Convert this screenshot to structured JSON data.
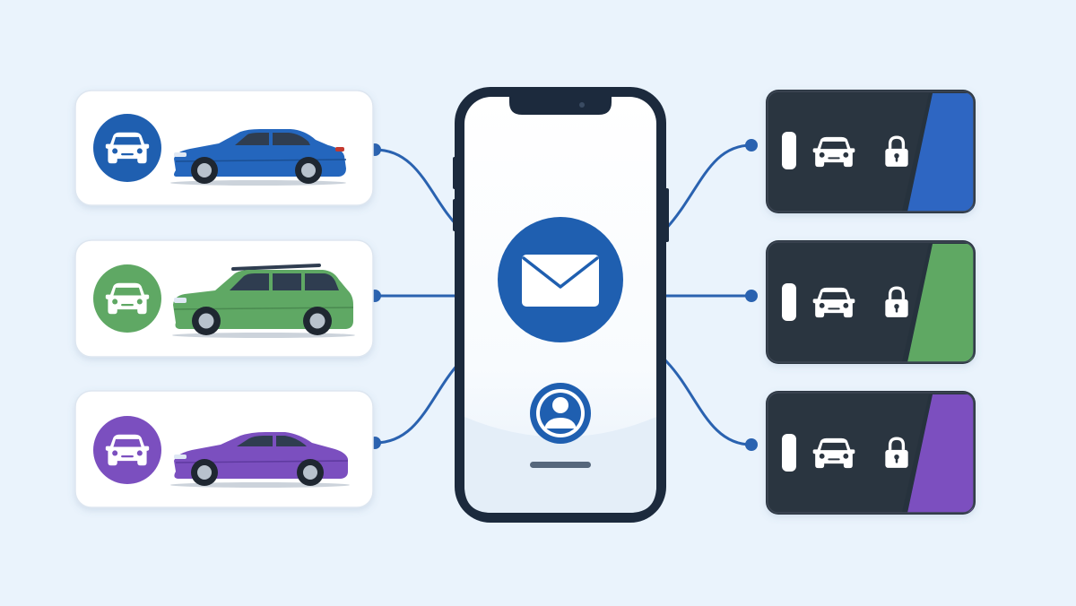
{
  "colors": {
    "background": "#eaf3fc",
    "primary_blue": "#1f5fb0",
    "connector": "#2a62b0",
    "card_bg": "#ffffff",
    "card_border": "#dde6f0",
    "phone_frame": "#1c2a3d",
    "fob_body": "#2c343f"
  },
  "vehicles": [
    {
      "name": "vehicle-sedan",
      "body_type": "sedan",
      "color": "#2466bd",
      "icon": "car-icon"
    },
    {
      "name": "vehicle-suv",
      "body_type": "suv",
      "color": "#5fa864",
      "icon": "car-icon"
    },
    {
      "name": "vehicle-coupe",
      "body_type": "coupe",
      "color": "#7b4fbf",
      "icon": "car-icon"
    }
  ],
  "phone": {
    "center_icon": "envelope-icon",
    "bottom_icon": "user-icon"
  },
  "key_fobs": [
    {
      "name": "key-fob-blue",
      "accent": "#2e66c2",
      "icons": [
        "slot-icon",
        "car-icon",
        "lock-icon"
      ]
    },
    {
      "name": "key-fob-green",
      "accent": "#5fa864",
      "icons": [
        "slot-icon",
        "car-icon",
        "lock-icon"
      ]
    },
    {
      "name": "key-fob-purple",
      "accent": "#7b4fbf",
      "icons": [
        "slot-icon",
        "car-icon",
        "lock-icon"
      ]
    }
  ]
}
